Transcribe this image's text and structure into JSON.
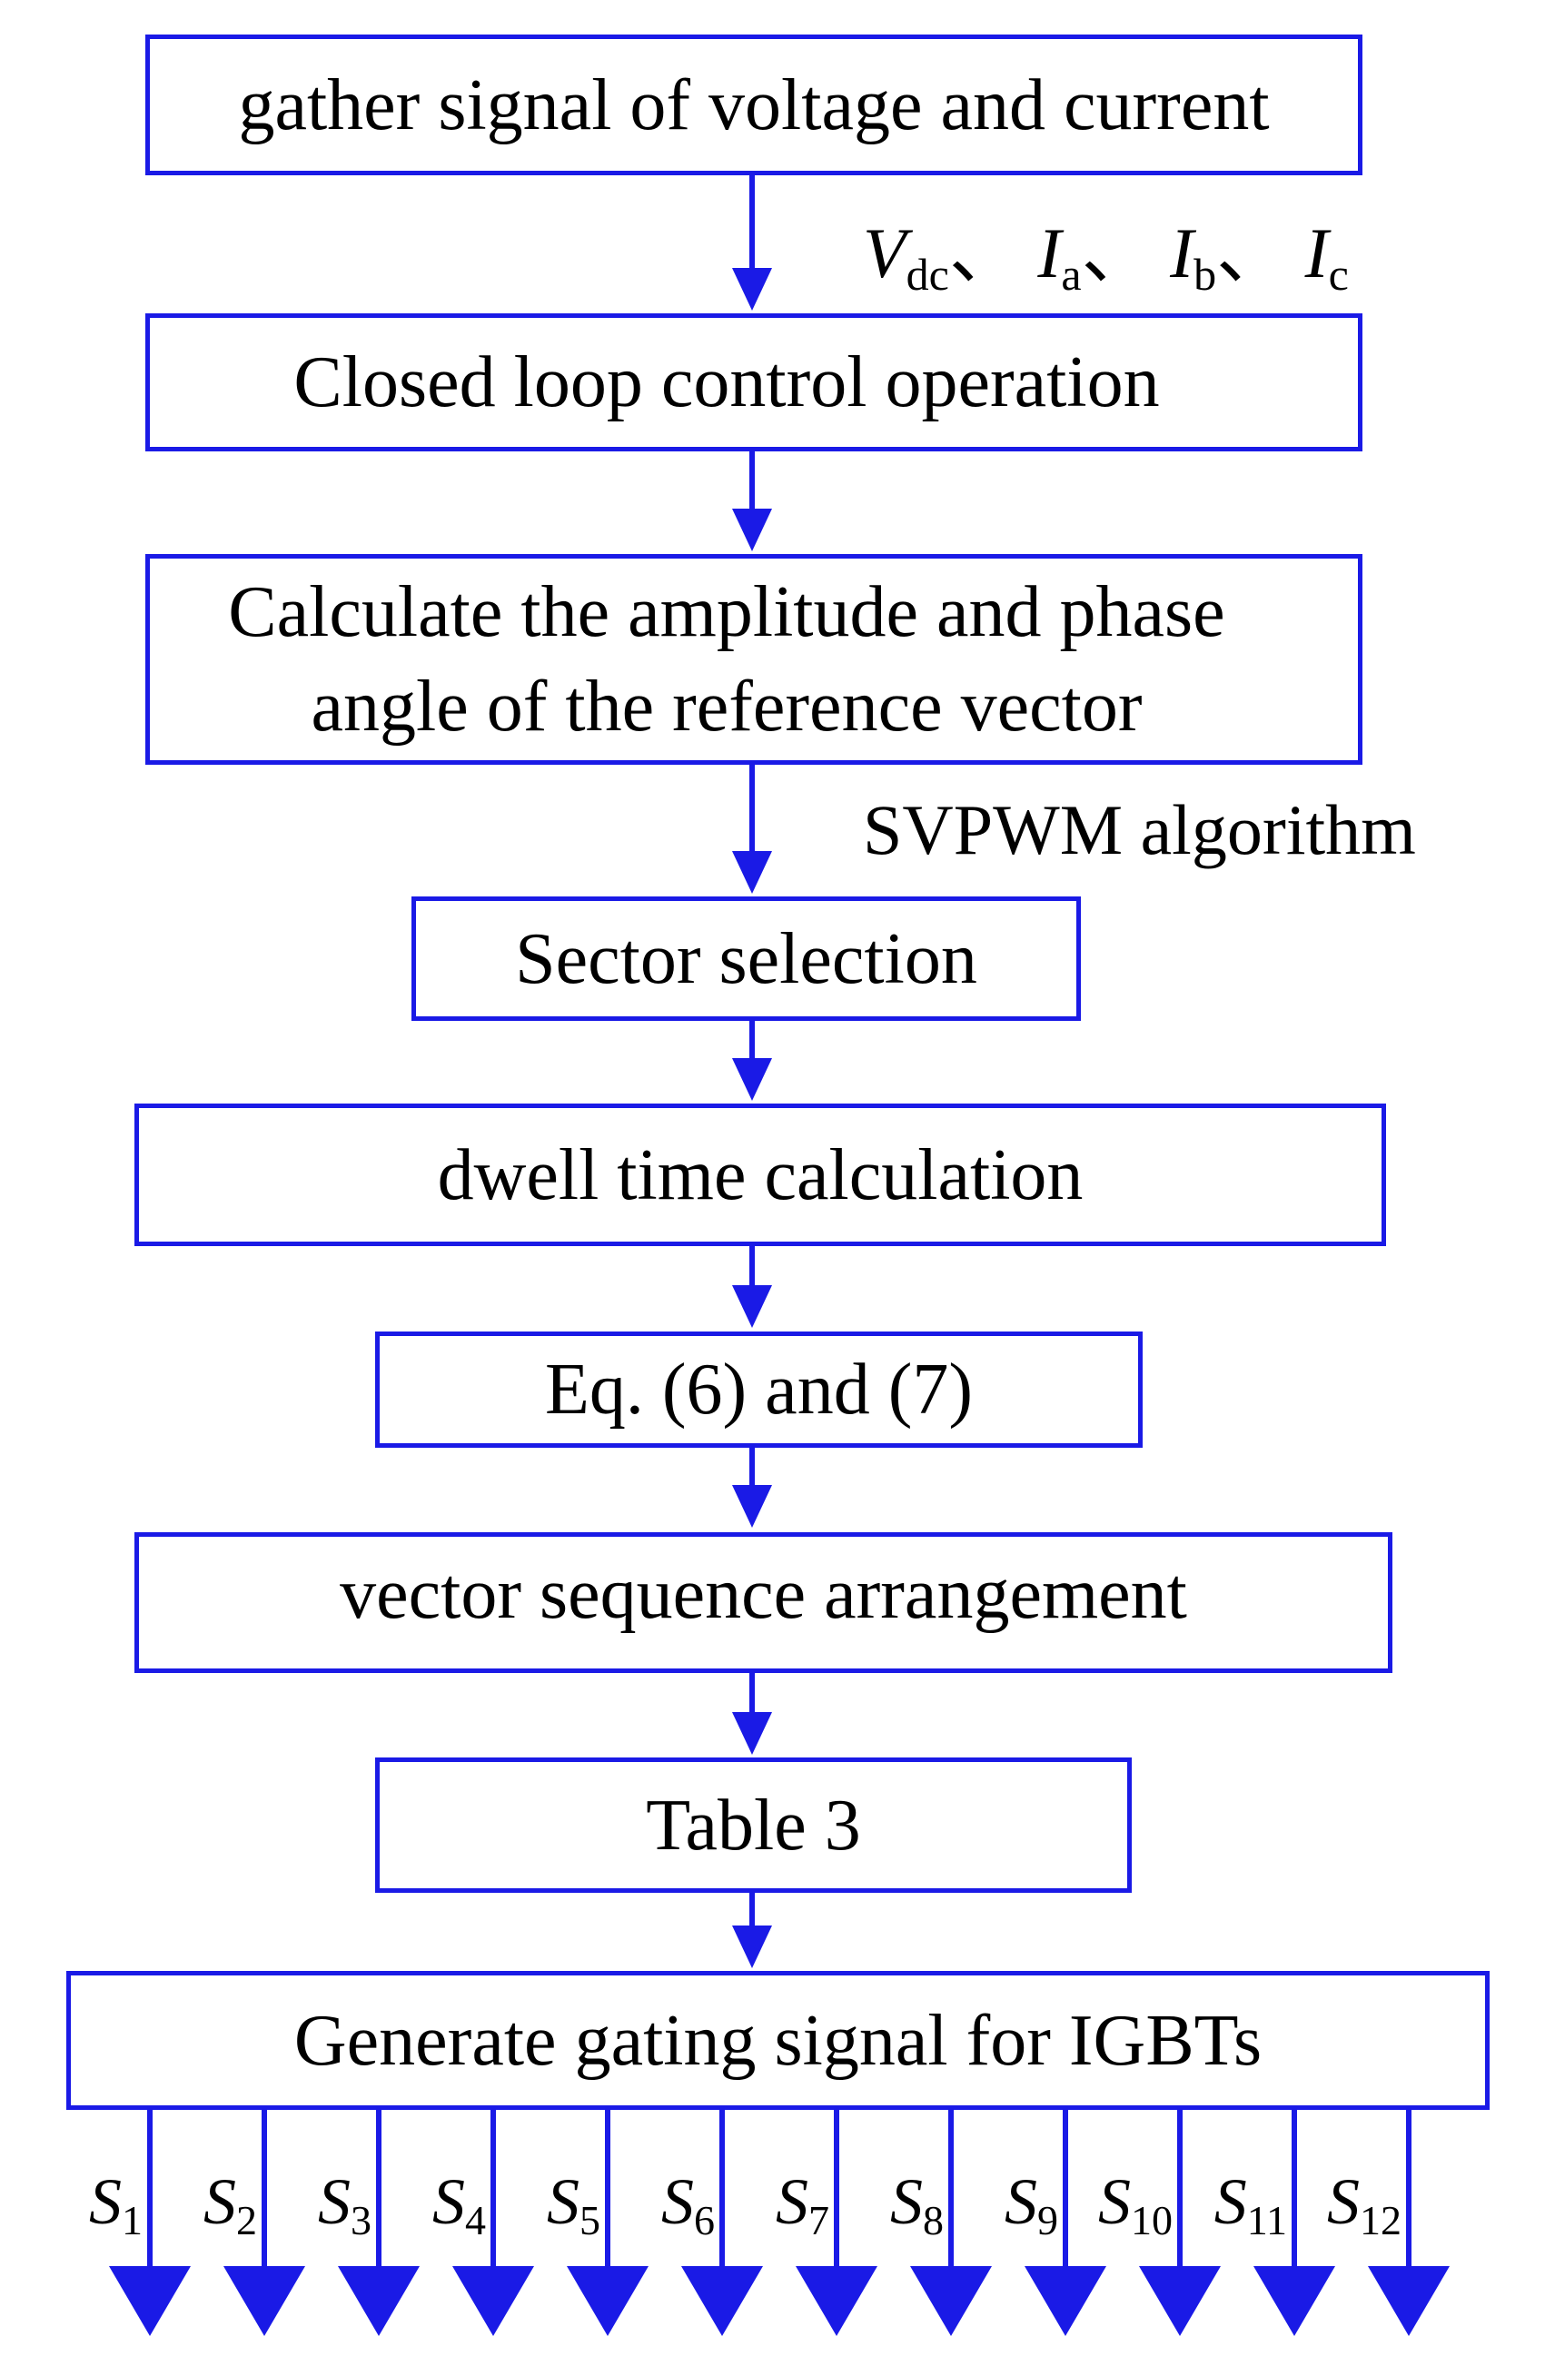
{
  "boxes": {
    "gather": "gather signal of voltage and current",
    "closed_loop": "Closed loop control operation",
    "calc_line1": "Calculate the amplitude and phase",
    "calc_line2": "angle of the reference vector",
    "sector": "Sector selection",
    "dwell": "dwell time calculation",
    "eq": "Eq. (6) and (7)",
    "sequence": "vector sequence arrangement",
    "table": "Table 3",
    "generate": "Generate gating signal for IGBTs"
  },
  "labels": {
    "signals": {
      "v_sym": "V",
      "v_sub": "dc",
      "sep": "、",
      "ia_sym": "I",
      "ia_sub": "a",
      "ib_sym": "I",
      "ib_sub": "b",
      "ic_sym": "I",
      "ic_sub": "c"
    },
    "svpwm": "SVPWM algorithm"
  },
  "outputs": [
    {
      "sym": "S",
      "sub": "1"
    },
    {
      "sym": "S",
      "sub": "2"
    },
    {
      "sym": "S",
      "sub": "3"
    },
    {
      "sym": "S",
      "sub": "4"
    },
    {
      "sym": "S",
      "sub": "5"
    },
    {
      "sym": "S",
      "sub": "6"
    },
    {
      "sym": "S",
      "sub": "7"
    },
    {
      "sym": "S",
      "sub": "8"
    },
    {
      "sym": "S",
      "sub": "9"
    },
    {
      "sym": "S",
      "sub": "10"
    },
    {
      "sym": "S",
      "sub": "11"
    },
    {
      "sym": "S",
      "sub": "12"
    }
  ],
  "colors": {
    "line": "#1a1ae6"
  }
}
